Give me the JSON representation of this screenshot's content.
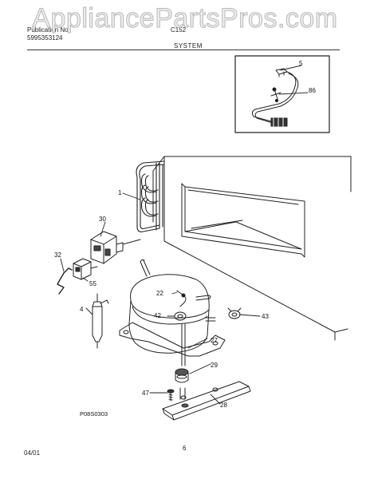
{
  "watermark": "AppliancePartsPros.com",
  "header": {
    "line1": "Publication No.",
    "line2": "5995353124",
    "model": "C152",
    "section": "SYSTEM"
  },
  "callouts": [
    "5",
    "86",
    "1",
    "30",
    "32",
    "55",
    "22",
    "4",
    "42",
    "43",
    "27",
    "29",
    "47",
    "28"
  ],
  "diagram_code": "P08S0303",
  "footer": {
    "date": "04/01",
    "page": "6"
  }
}
